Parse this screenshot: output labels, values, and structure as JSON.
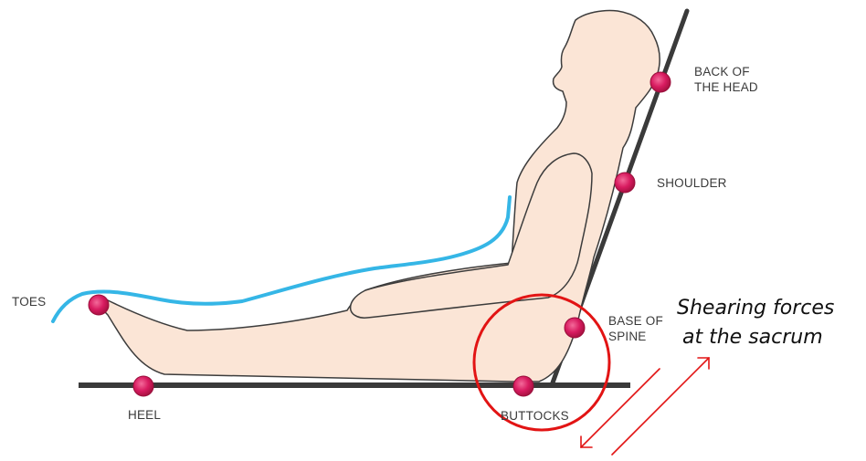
{
  "colors": {
    "background": "#ffffff",
    "skin_fill": "#fbe5d6",
    "outline": "#3c3c3c",
    "bed": "#3a3a3a",
    "marker": "#d81b60",
    "sheet_line": "#35b6e6",
    "highlight": "#e21414"
  },
  "labels": {
    "head_line1": "BACK OF",
    "head_line2": "THE HEAD",
    "shoulder": "SHOULDER",
    "spine_line1": "BASE OF",
    "spine_line2": "SPINE",
    "toes": "TOES",
    "heel": "HEEL",
    "buttocks": "BUTTOCKS"
  },
  "annotation": {
    "line1": "Shearing forces",
    "line2": "at the sacrum"
  },
  "icons": {
    "pressure_point": "pressure-dot-icon",
    "shear_arrow": "double-arrow-icon"
  }
}
